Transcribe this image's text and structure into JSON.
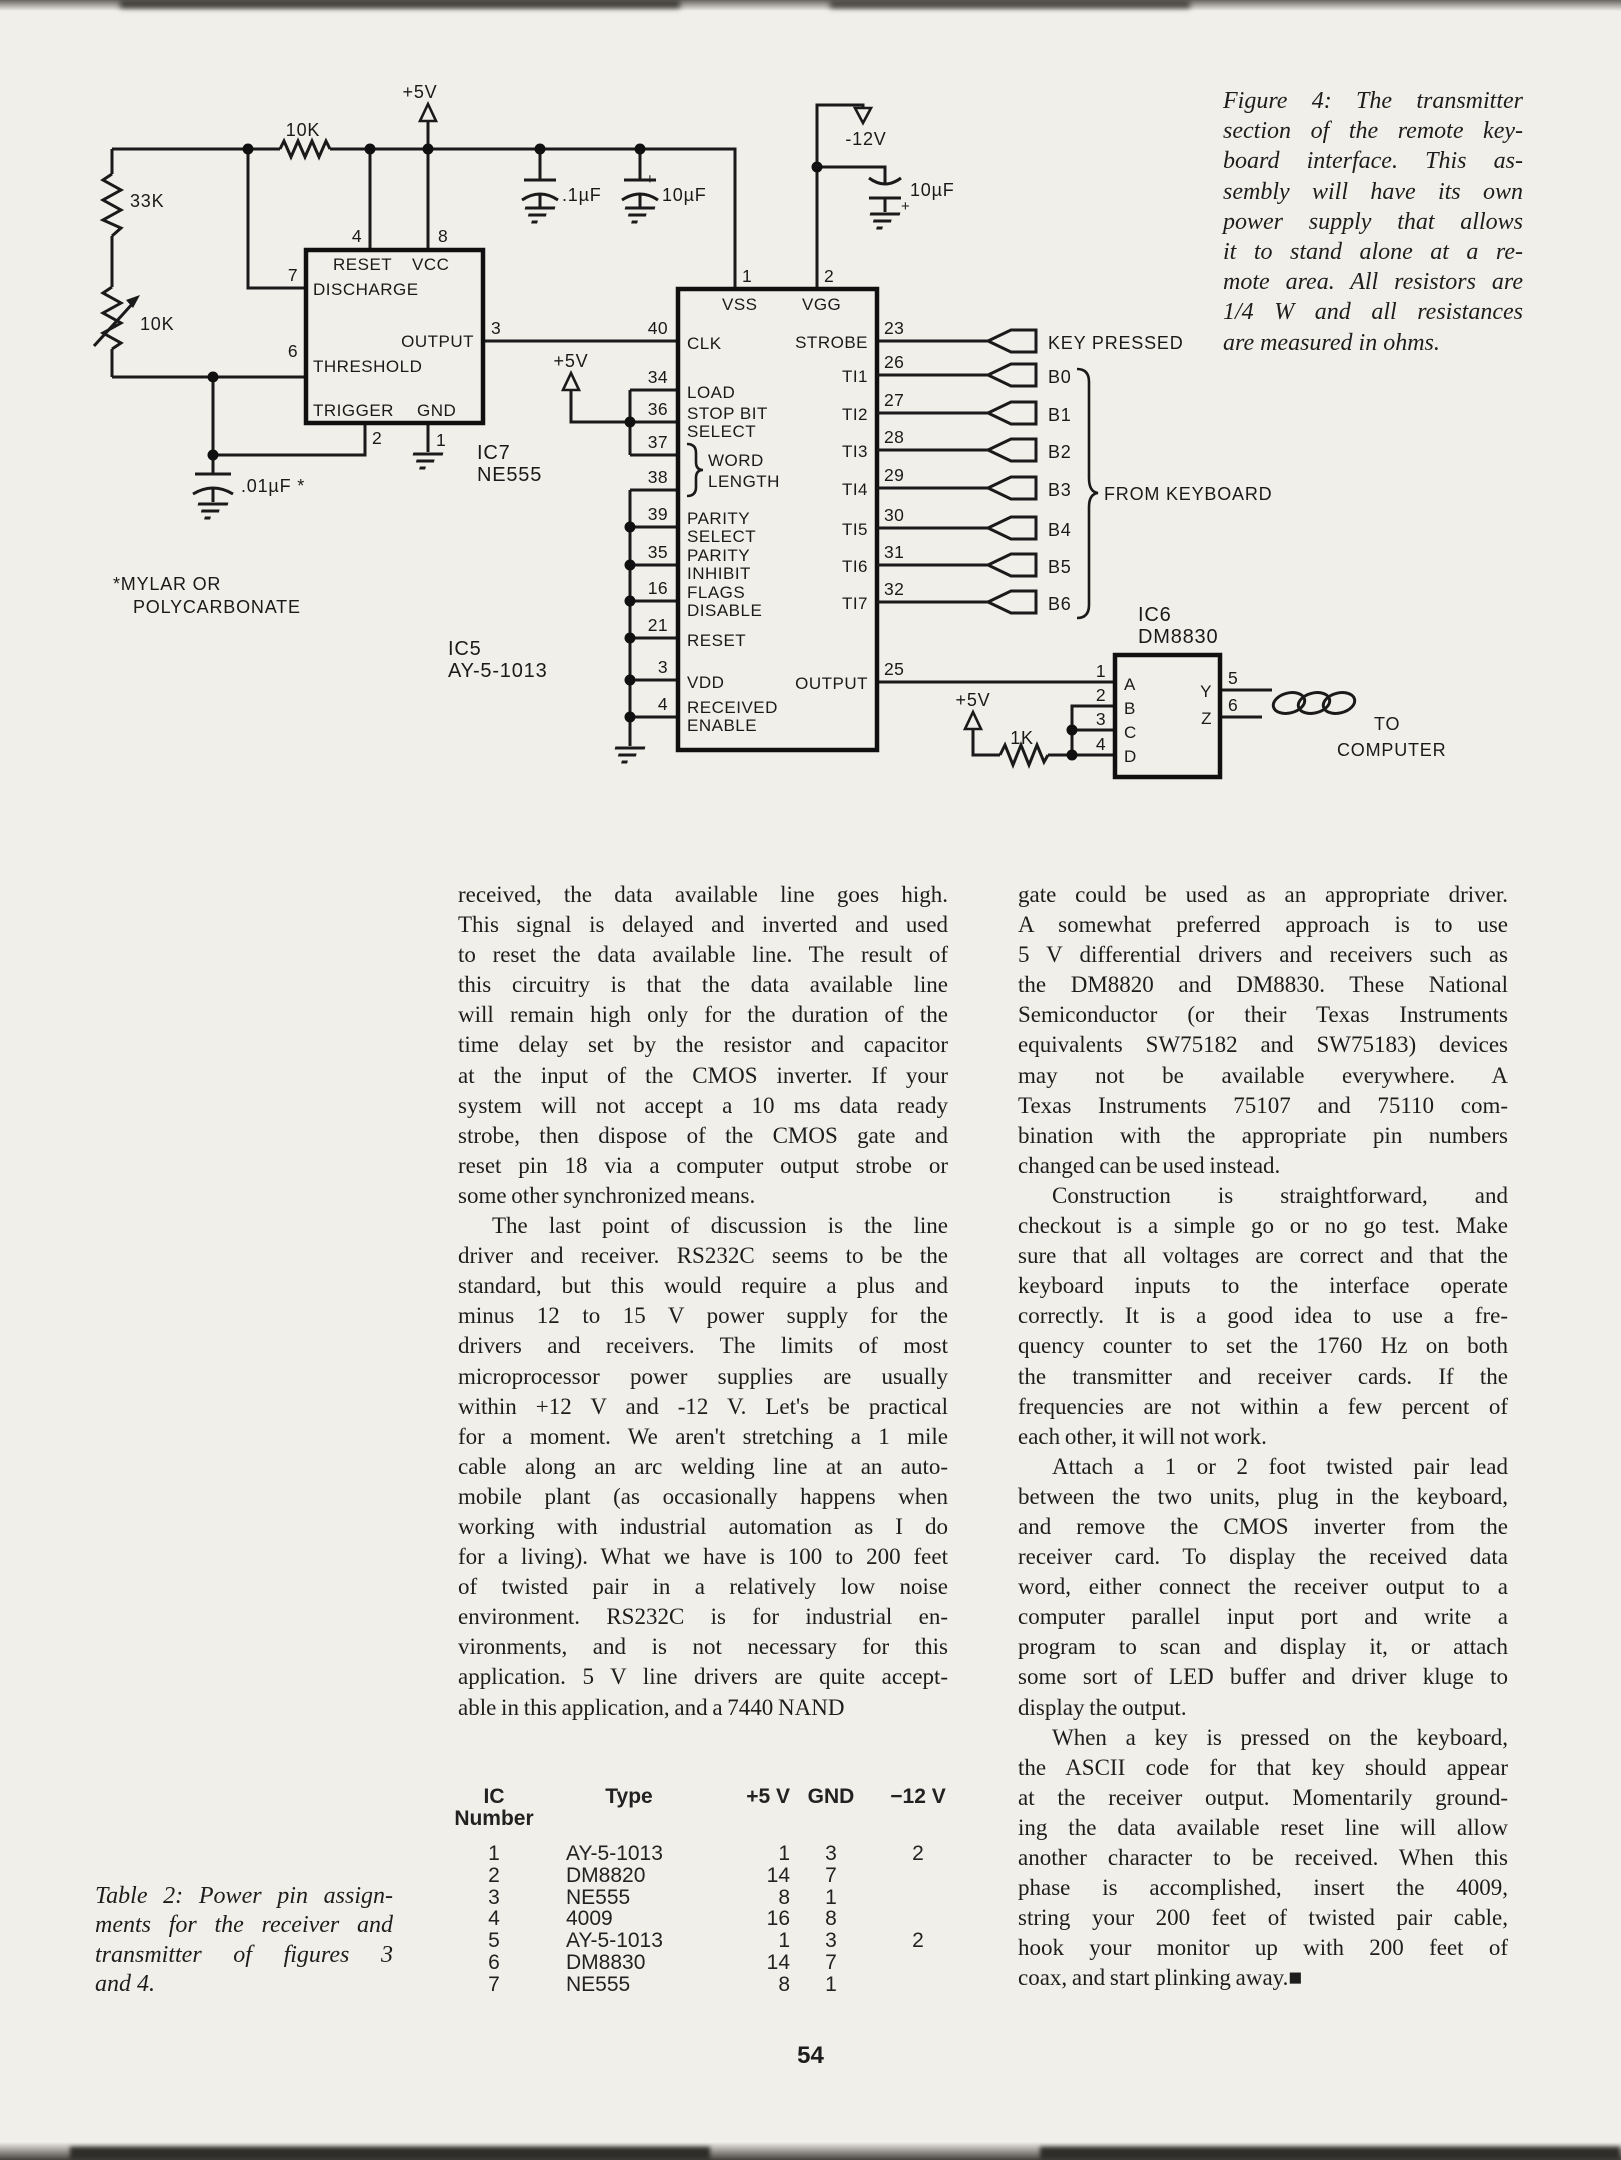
{
  "page": {
    "number": "54",
    "paper_color": "#f1efe9",
    "ink_color": "#1d1d1d"
  },
  "figure_caption": {
    "lines": [
      "Figure 4: The transmitter",
      "section of the remote key-",
      "board interface. This as-",
      "sembly will have its own",
      "power supply that allows",
      "it to stand alone at a re-",
      "mote area. All resistors are",
      "1/4 W and all resistances",
      "are measured in ohms."
    ]
  },
  "table_caption": {
    "lines": [
      "Table 2: Power pin assign-",
      "ments for the receiver and",
      "transmitter of figures 3",
      "and 4."
    ]
  },
  "columns": {
    "left": {
      "paragraphs": [
        {
          "indent": false,
          "lines": [
            "received, the data available line goes high.",
            "This signal is delayed and inverted and used",
            "to reset the data available line. The result of",
            "this circuitry is that the data available line",
            "will remain high only for the duration of the",
            "time delay set by the resistor and capacitor",
            "at the input of the CMOS inverter. If your",
            "system will not accept a 10 ms data ready",
            "strobe, then dispose of the CMOS gate and",
            "reset pin 18 via a computer output strobe or",
            "some other synchronized means."
          ]
        },
        {
          "indent": true,
          "lines": [
            "The last point of discussion is the line",
            "driver and receiver. RS232C seems to be the",
            "standard, but this would require a plus and",
            "minus 12 to 15 V power supply for the",
            "drivers and receivers. The limits of most",
            "microprocessor power supplies are usually",
            "within +12 V and -12 V. Let's be practical",
            "for a moment. We aren't stretching a 1 mile",
            "cable along an arc welding line at an auto-",
            "mobile plant (as occasionally happens when",
            "working with industrial automation as I do",
            "for a living). What we have is 100 to 200 feet",
            "of twisted pair in a relatively low noise",
            "environment. RS232C is for industrial en-",
            "vironments, and is not necessary for this",
            "application. 5 V line drivers are quite accept-",
            "able in this application, and a 7440 NAND"
          ]
        }
      ]
    },
    "right": {
      "paragraphs": [
        {
          "indent": false,
          "lines": [
            "gate could be used as an appropriate driver.",
            "A somewhat preferred approach is to use",
            "5 V differential drivers and receivers such as",
            "the DM8820 and DM8830. These National",
            "Semiconductor (or their Texas Instruments",
            "equivalents SW75182 and SW75183) devices",
            "may not be available everywhere. A",
            "Texas Instruments 75107 and 75110 com-",
            "bination with the appropriate pin numbers",
            "changed can be used instead."
          ]
        },
        {
          "indent": true,
          "lines": [
            "Construction is straightforward, and",
            "checkout is a simple go or no go test. Make",
            "sure that all voltages are correct and that the",
            "keyboard inputs to the interface operate",
            "correctly. It is a good idea to use a fre-",
            "quency counter to set the 1760 Hz on both",
            "the transmitter and receiver cards. If the",
            "frequencies are not within a few percent of",
            "each other, it will not work."
          ]
        },
        {
          "indent": true,
          "lines": [
            "Attach a 1 or 2 foot twisted pair lead",
            "between the two units, plug in the keyboard,",
            "and remove the CMOS inverter from the",
            "receiver card. To display the received data",
            "word, either connect the receiver output to a",
            "computer parallel input port and write a",
            "program to scan and display it, or attach",
            "some sort of LED buffer and driver kluge to",
            "display the output."
          ]
        },
        {
          "indent": true,
          "lines": [
            "When a key is pressed on the keyboard,",
            "the ASCII code for that key should appear",
            "at the receiver output. Momentarily ground-",
            "ing the data available reset line will allow",
            "another character to be received. When this",
            "phase is accomplished, insert the 4009,",
            "string your 200 feet of twisted pair cable,",
            "hook your monitor up with 200 feet of",
            "coax, and start plinking away.■"
          ]
        }
      ]
    }
  },
  "ic_table": {
    "headers": {
      "col1a": "IC",
      "col1b": "Number",
      "col2": "Type",
      "col3": "+5 V",
      "col4": "GND",
      "col5": "−12 V"
    },
    "rows": [
      [
        "1",
        "AY-5-1013",
        "1",
        "3",
        "2"
      ],
      [
        "2",
        "DM8820",
        "14",
        "7",
        ""
      ],
      [
        "3",
        "NE555",
        "8",
        "1",
        ""
      ],
      [
        "4",
        "4009",
        "16",
        "8",
        ""
      ],
      [
        "5",
        "AY-5-1013",
        "1",
        "3",
        "2"
      ],
      [
        "6",
        "DM8830",
        "14",
        "7",
        ""
      ],
      [
        "7",
        "NE555",
        "8",
        "1",
        ""
      ]
    ]
  },
  "schematic": {
    "supply_5v": "+5V",
    "supply_neg12v": "-12V",
    "r_top": "10K",
    "r_left": "33K",
    "r_pot": "10K",
    "r_line": "1K",
    "c_bypass": ".1µF",
    "c_bulk": "10µF",
    "c_neg": "10µF",
    "c_timing": ".01µF *",
    "plus": "+",
    "note1": "*MYLAR OR",
    "note2": "POLYCARBONATE",
    "ic7": {
      "ref": "IC7",
      "part": "NE555",
      "reset": "RESET",
      "vcc": "VCC",
      "discharge": "DISCHARGE",
      "output": "OUTPUT",
      "threshold": "THRESHOLD",
      "trigger": "TRIGGER",
      "gnd": "GND",
      "p1": "1",
      "p2": "2",
      "p3": "3",
      "p4": "4",
      "p6": "6",
      "p7": "7",
      "p8": "8"
    },
    "ic5": {
      "ref": "IC5",
      "part": "AY-5-1013",
      "vss": "VSS",
      "vgg": "VGG",
      "p1": "1",
      "p2": "2",
      "clk": "CLK",
      "p40": "40",
      "load": "LOAD",
      "p34": "34",
      "stopbit1": "STOP BIT",
      "stopbit2": "SELECT",
      "p36": "36",
      "p37": "37",
      "word1": "WORD",
      "word2": "LENGTH",
      "p38": "38",
      "psel1": "PARITY",
      "psel2": "SELECT",
      "p39": "39",
      "pinh1": "PARITY",
      "pinh2": "INHIBIT",
      "p35": "35",
      "flag1": "FLAGS",
      "flag2": "DISABLE",
      "p16": "16",
      "reset": "RESET",
      "p21": "21",
      "vdd": "VDD",
      "p3": "3",
      "recv1": "RECEIVED",
      "recv2": "ENABLE",
      "p4": "4",
      "strobe": "STROBE",
      "p23": "23",
      "output": "OUTPUT",
      "p25": "25",
      "ti_rows": [
        {
          "pin": "26",
          "label": "TI1",
          "signal": "B0"
        },
        {
          "pin": "27",
          "label": "TI2",
          "signal": "B1"
        },
        {
          "pin": "28",
          "label": "TI3",
          "signal": "B2"
        },
        {
          "pin": "29",
          "label": "TI4",
          "signal": "B3"
        },
        {
          "pin": "30",
          "label": "TI5",
          "signal": "B4"
        },
        {
          "pin": "31",
          "label": "TI6",
          "signal": "B5"
        },
        {
          "pin": "32",
          "label": "TI7",
          "signal": "B6"
        }
      ]
    },
    "ic6": {
      "ref": "IC6",
      "part": "DM8830",
      "a": "A",
      "b": "B",
      "c": "C",
      "d": "D",
      "y": "Y",
      "z": "Z",
      "p1": "1",
      "p2": "2",
      "p3": "3",
      "p4": "4",
      "p5": "5",
      "p6": "6"
    },
    "signals": {
      "key_pressed": "KEY PRESSED",
      "from_keyboard": "FROM KEYBOARD",
      "to1": "TO",
      "to2": "COMPUTER"
    }
  }
}
